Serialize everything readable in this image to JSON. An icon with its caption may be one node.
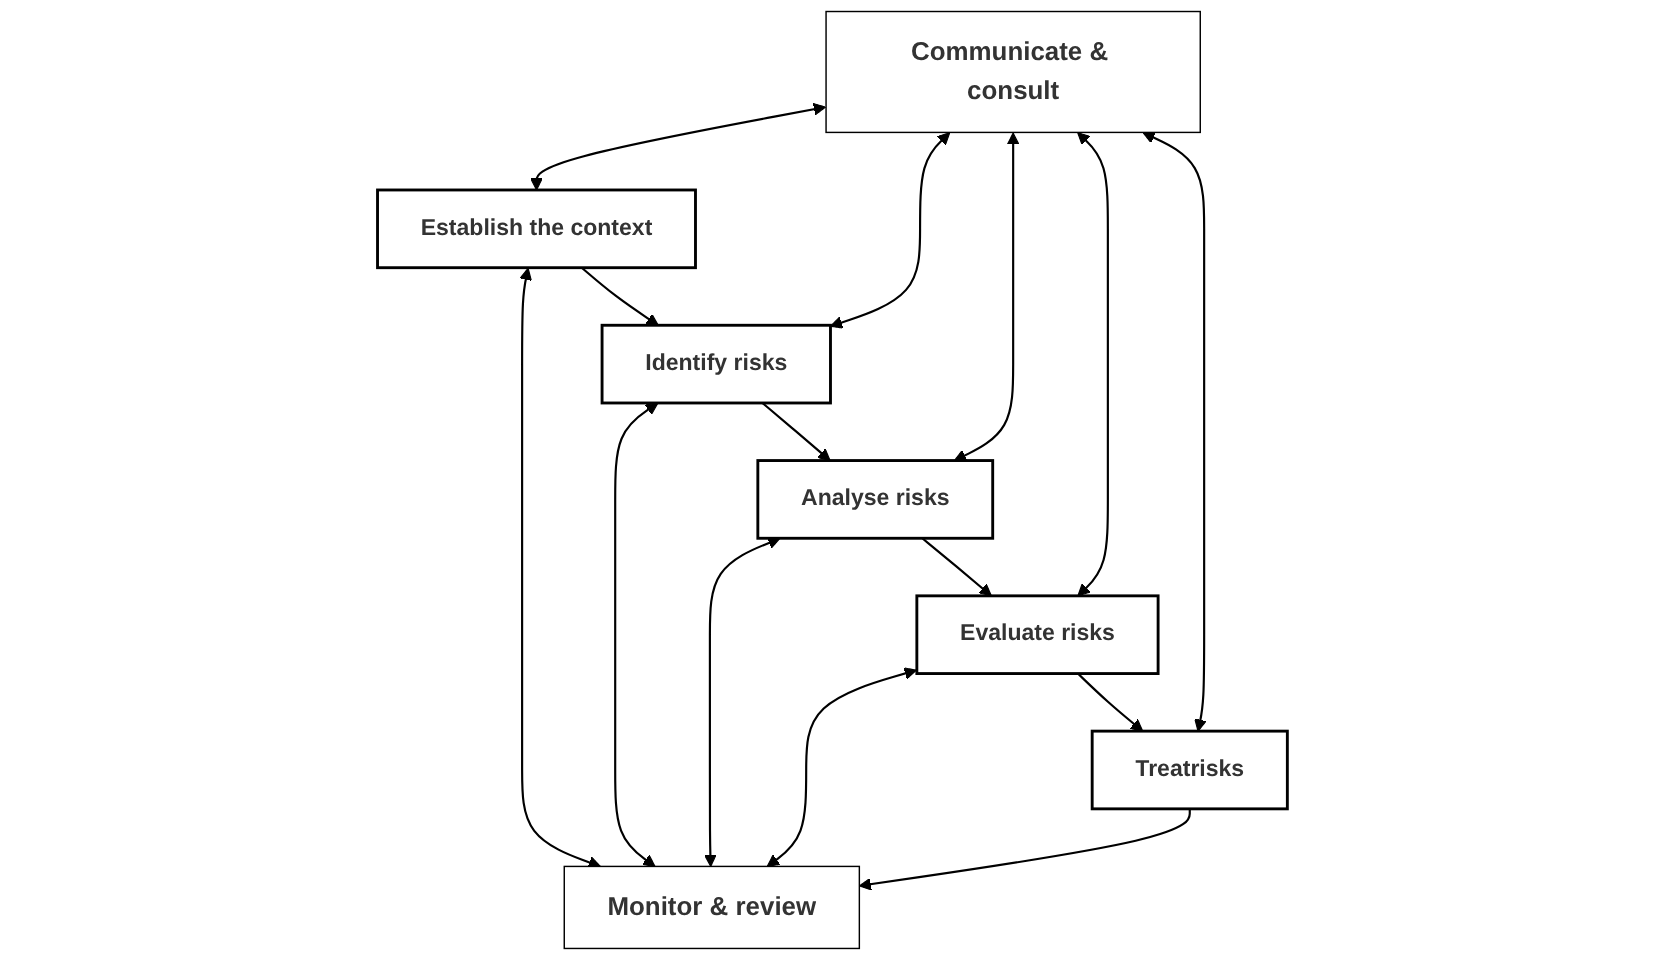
{
  "diagram": {
    "nodes": [
      {
        "text": [
          "Communicate & consult"
        ]
      },
      {
        "text": [
          "Establish the context"
        ]
      },
      {
        "text": [
          "Identify risks"
        ]
      },
      {
        "text": [
          "Analyse risks"
        ]
      },
      {
        "text": [
          "Evaluate risks"
        ]
      },
      {
        "text": [
          "Treatrisks"
        ]
      },
      {
        "text": [
          "Monitor & review"
        ]
      }
    ],
    "edges": [
      {
        "from": 0,
        "to": 1,
        "arrow": "both"
      },
      {
        "from": 1,
        "to": 6,
        "arrow": "both"
      },
      {
        "from": 1,
        "to": 2,
        "arrow": "to"
      },
      {
        "from": 0,
        "to": 2,
        "arrow": "both"
      },
      {
        "from": 2,
        "to": 6,
        "arrow": "both"
      },
      {
        "from": 2,
        "to": 3,
        "arrow": "to"
      },
      {
        "from": 0,
        "to": 3,
        "arrow": "both"
      },
      {
        "from": 3,
        "to": 6,
        "arrow": "both"
      },
      {
        "from": 3,
        "to": 4,
        "arrow": "to"
      },
      {
        "from": 0,
        "to": 4,
        "arrow": "both"
      },
      {
        "from": 4,
        "to": 6,
        "arrow": "both"
      },
      {
        "from": 4,
        "to": 5,
        "arrow": "to"
      },
      {
        "from": 0,
        "to": 5,
        "arrow": "both"
      },
      {
        "from": 5,
        "to": 6,
        "arrow": "to"
      }
    ]
  }
}
